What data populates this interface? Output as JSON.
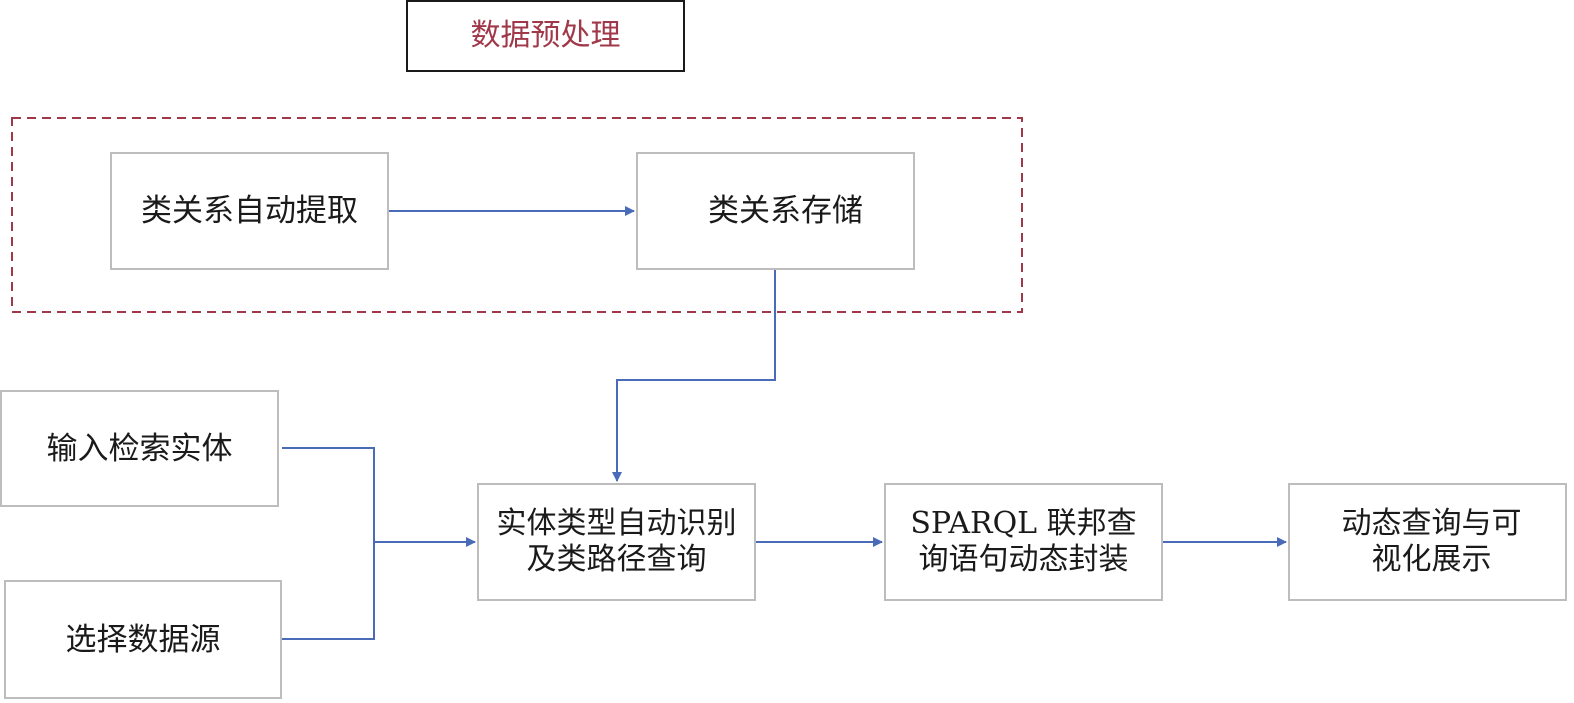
{
  "title": "数据预处理",
  "nodes": {
    "extract": "类关系自动提取",
    "store": "类关系存储",
    "input_entity": "输入检索实体",
    "select_source": "选择数据源",
    "identify": "实体类型自动识别\n及类路径查询",
    "sparql": "SPARQL 联邦查\n询语句动态封装",
    "visualize": "动态查询与可\n视化展示"
  },
  "colors": {
    "title_text": "#a0384a",
    "title_border": "#1a1a1a",
    "dashed_border": "#a0384a",
    "node_border": "#bdbdbd",
    "arrow": "#4a6cb8",
    "text": "#1a1a1a"
  }
}
